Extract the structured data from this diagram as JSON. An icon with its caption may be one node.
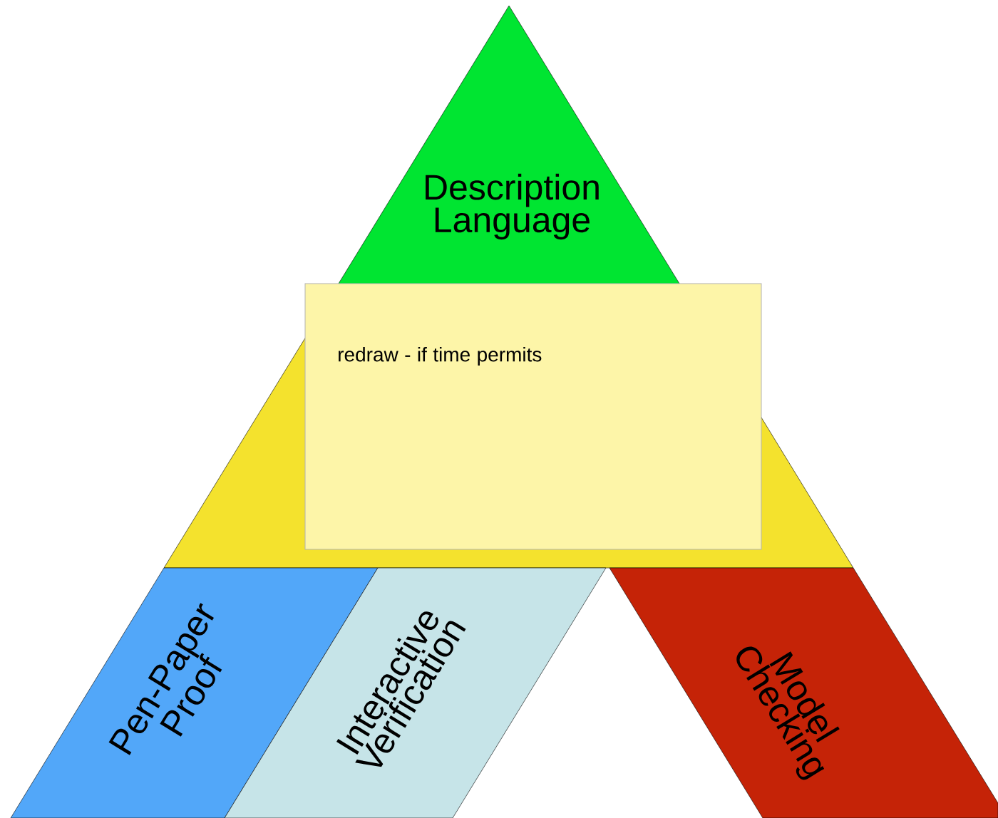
{
  "diagram": {
    "nodes": [
      {
        "text": [
          "Description Language"
        ]
      },
      {
        "text": [],
        "shape": "trapezoid"
      },
      {
        "text": [
          "redraw - if time permits"
        ]
      },
      {
        "text": [
          "Pen-Paper Proof"
        ]
      },
      {
        "text": [
          "Interactive Verification"
        ]
      },
      {
        "text": [
          "Model Checking"
        ]
      }
    ]
  }
}
